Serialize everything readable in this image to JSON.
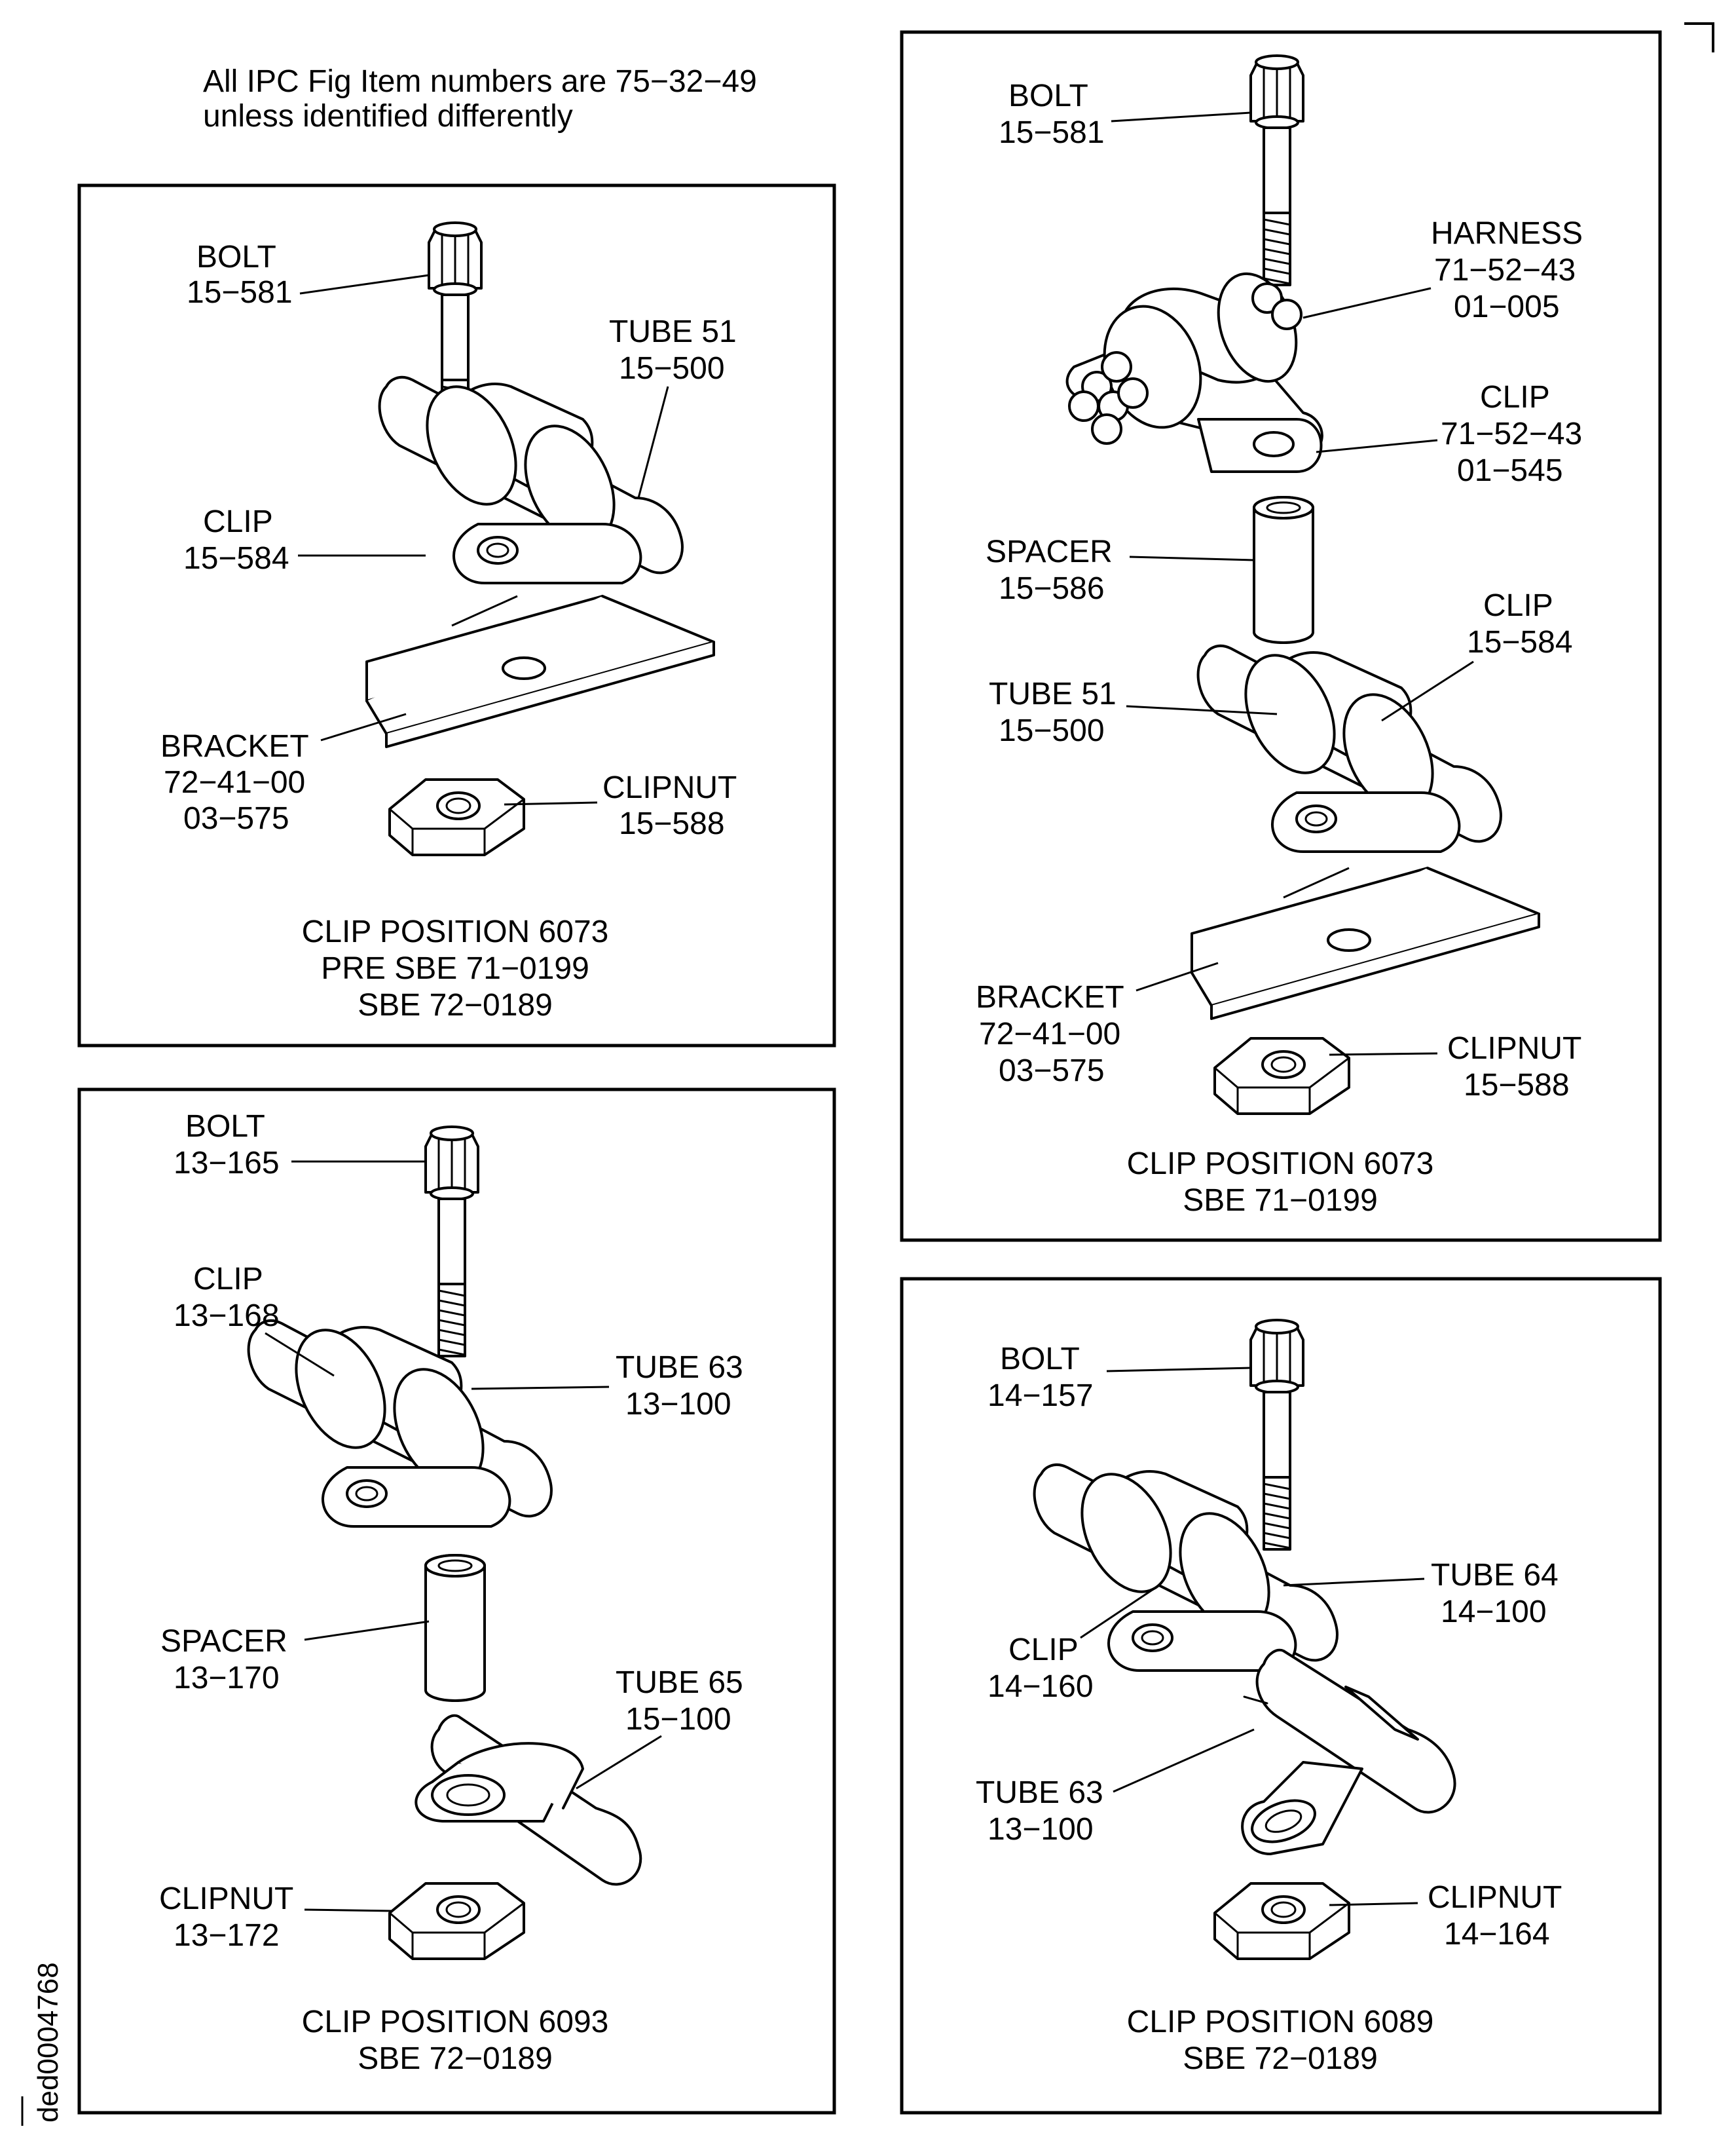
{
  "note": {
    "line1": "All IPC Fig Item numbers are 75−32−49",
    "line2": "unless identified differently"
  },
  "figure_id": "ded0004768",
  "panels": {
    "top_left": {
      "caption": [
        "CLIP POSITION 6073",
        "PRE SBE 71−0199",
        "SBE 72−0189"
      ],
      "bolt": [
        "BOLT",
        "15−581"
      ],
      "tube": [
        "TUBE 51",
        "15−500"
      ],
      "clip": [
        "CLIP",
        "15−584"
      ],
      "bracket": [
        "BRACKET",
        "72−41−00",
        "03−575"
      ],
      "clipnut": [
        "CLIPNUT",
        "15−588"
      ]
    },
    "top_right": {
      "caption": [
        "CLIP POSITION 6073",
        "SBE 71−0199"
      ],
      "bolt": [
        "BOLT",
        "15−581"
      ],
      "harness": [
        "HARNESS",
        "71−52−43",
        "01−005"
      ],
      "clip_a": [
        "CLIP",
        "71−52−43",
        "01−545"
      ],
      "spacer": [
        "SPACER",
        "15−586"
      ],
      "clip_b": [
        "CLIP",
        "15−584"
      ],
      "tube": [
        "TUBE 51",
        "15−500"
      ],
      "bracket": [
        "BRACKET",
        "72−41−00",
        "03−575"
      ],
      "clipnut": [
        "CLIPNUT",
        "15−588"
      ]
    },
    "bottom_left": {
      "caption": [
        "CLIP POSITION 6093",
        "SBE 72−0189"
      ],
      "bolt": [
        "BOLT",
        "13−165"
      ],
      "clip": [
        "CLIP",
        "13−168"
      ],
      "tube63": [
        "TUBE 63",
        "13−100"
      ],
      "spacer": [
        "SPACER",
        "13−170"
      ],
      "tube65": [
        "TUBE 65",
        "15−100"
      ],
      "clipnut": [
        "CLIPNUT",
        "13−172"
      ]
    },
    "bottom_right": {
      "caption": [
        "CLIP POSITION 6089",
        "SBE 72−0189"
      ],
      "bolt": [
        "BOLT",
        "14−157"
      ],
      "tube64": [
        "TUBE 64",
        "14−100"
      ],
      "clip": [
        "CLIP",
        "14−160"
      ],
      "tube63": [
        "TUBE 63",
        "13−100"
      ],
      "clipnut": [
        "CLIPNUT",
        "14−164"
      ]
    }
  }
}
